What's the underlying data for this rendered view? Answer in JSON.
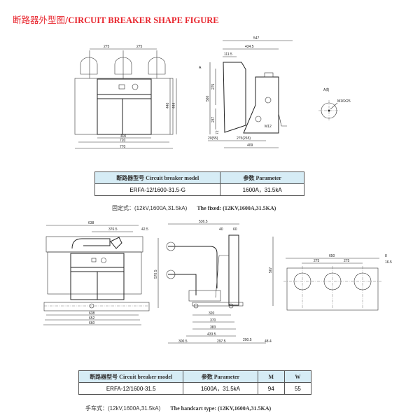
{
  "title": {
    "cn": "断路器外型图/",
    "en": "CIRCUIT BREAKER SHAPE FIGURE"
  },
  "fig1": {
    "front": {
      "d1": "275",
      "d2": "275",
      "w1": "400",
      "w2": "720",
      "w3": "770",
      "h1": "440",
      "h2": "444"
    },
    "side": {
      "d547": "547",
      "d434": "434.5",
      "d111": "111.5",
      "a": "A",
      "h560": "560",
      "h275": "275",
      "h237": "237",
      "h72": "72",
      "b20": "20(55)",
      "b275": "275(265)",
      "b409": "409",
      "m12": "M12"
    },
    "detail": {
      "a": "A向",
      "m": "M16X25"
    }
  },
  "table1": {
    "headers": [
      "断路器型号 Circuit breaker model",
      "参数 Parameter"
    ],
    "row": [
      "ERFA-12/1600-31.5-G",
      "1600A，31.5kA"
    ]
  },
  "caption1": {
    "cn": "固定式：(12kV,1600A,31.5kA)",
    "en": "The fixed: (12KV,1600A,31.5KA)"
  },
  "fig2": {
    "front": {
      "d638": "638",
      "d376": "376.5",
      "d42": "42.5",
      "b1": "638",
      "b2": "652",
      "b3": "660",
      "h": "570.5"
    },
    "side": {
      "d536": "536.5",
      "d40": "40",
      "d60": "60",
      "d320": "320",
      "d370": "370",
      "d383": "383",
      "d433": "433.5",
      "b300": "300.5",
      "b297": "297.5",
      "b200": "200.5",
      "b48": "48.4",
      "h": "567"
    },
    "plan": {
      "d650": "650",
      "d275a": "275",
      "d275b": "275",
      "d8": "8",
      "d16": "16.5"
    }
  },
  "table2": {
    "headers": [
      "断路器型号 Circuit breaker model",
      "参数 Parameter",
      "M",
      "W"
    ],
    "row": [
      "ERFA-12/1600-31.5",
      "1600A，31.5kA",
      "94",
      "55"
    ]
  },
  "caption2": {
    "cn": "手车式：(12kV,1600A,31.5kA)",
    "en": "The handcart type: (12KV,1600A,31.5KA)"
  },
  "colors": {
    "title": "#e8262e",
    "table_header": "#d6ecf5"
  }
}
